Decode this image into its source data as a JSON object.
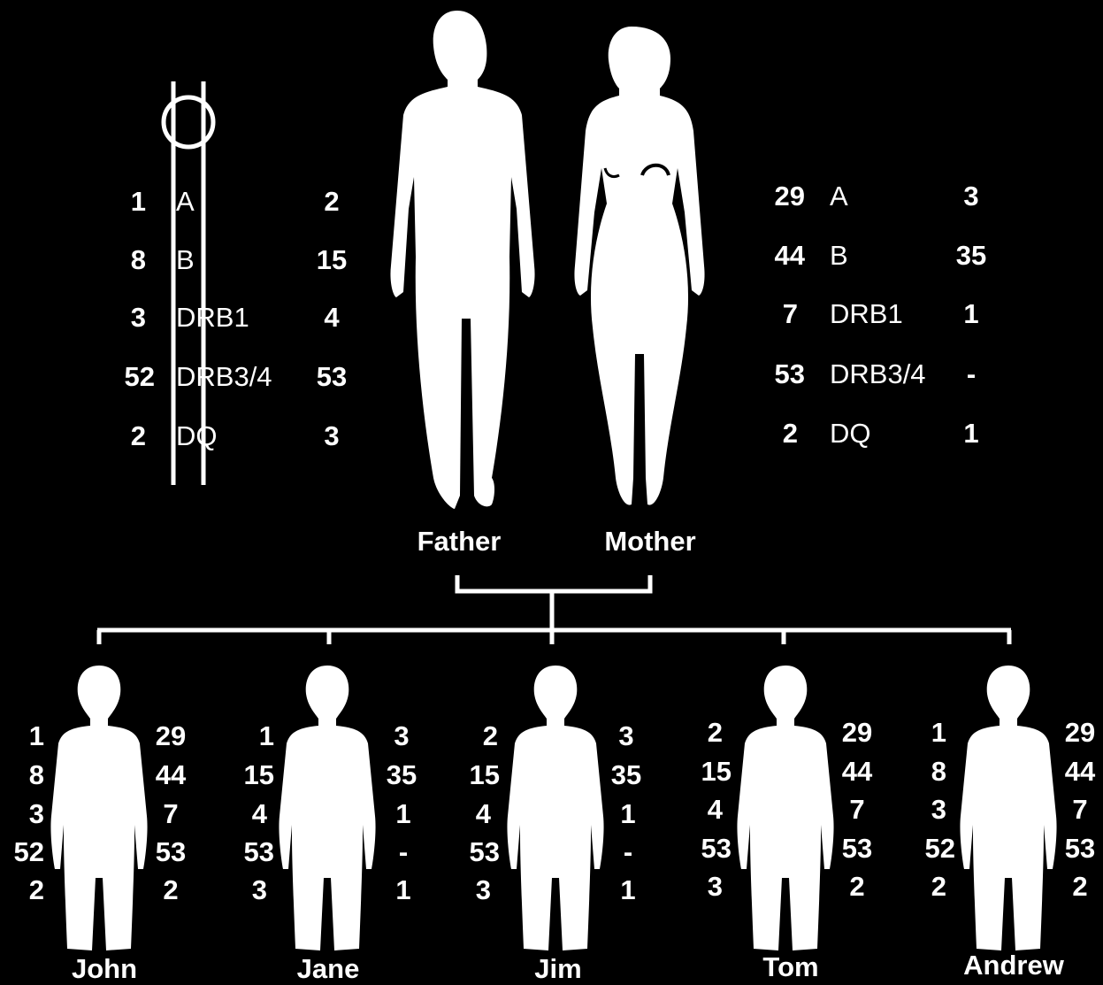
{
  "colors": {
    "background": "#000000",
    "foreground": "#ffffff"
  },
  "parents": {
    "father": {
      "name": "Father",
      "loci": [
        {
          "label": "A",
          "left": "1",
          "right": "2"
        },
        {
          "label": "B",
          "left": "8",
          "right": "15"
        },
        {
          "label": "DRB1",
          "left": "3",
          "right": "4"
        },
        {
          "label": "DRB3/4",
          "left": "52",
          "right": "53"
        },
        {
          "label": "DQ",
          "left": "2",
          "right": "3"
        }
      ]
    },
    "mother": {
      "name": "Mother",
      "loci": [
        {
          "label": "A",
          "left": "29",
          "right": "3"
        },
        {
          "label": "B",
          "left": "44",
          "right": "35"
        },
        {
          "label": "DRB1",
          "left": "7",
          "right": "1"
        },
        {
          "label": "DRB3/4",
          "left": "53",
          "right": "-"
        },
        {
          "label": "DQ",
          "left": "2",
          "right": "1"
        }
      ]
    }
  },
  "children": [
    {
      "name": "John",
      "left": [
        "1",
        "8",
        "3",
        "52",
        "2"
      ],
      "right": [
        "29",
        "44",
        "7",
        "53",
        "2"
      ]
    },
    {
      "name": "Jane",
      "left": [
        "1",
        "15",
        "4",
        "53",
        "3"
      ],
      "right": [
        "3",
        "35",
        "1",
        "-",
        "1"
      ]
    },
    {
      "name": "Jim",
      "left": [
        "2",
        "15",
        "4",
        "53",
        "3"
      ],
      "right": [
        "3",
        "35",
        "1",
        "-",
        "1"
      ]
    },
    {
      "name": "Tom",
      "left": [
        "2",
        "15",
        "4",
        "53",
        "3"
      ],
      "right": [
        "29",
        "44",
        "7",
        "53",
        "2"
      ]
    },
    {
      "name": "Andrew",
      "left": [
        "1",
        "8",
        "3",
        "52",
        "2"
      ],
      "right": [
        "29",
        "44",
        "7",
        "53",
        "2"
      ]
    }
  ]
}
